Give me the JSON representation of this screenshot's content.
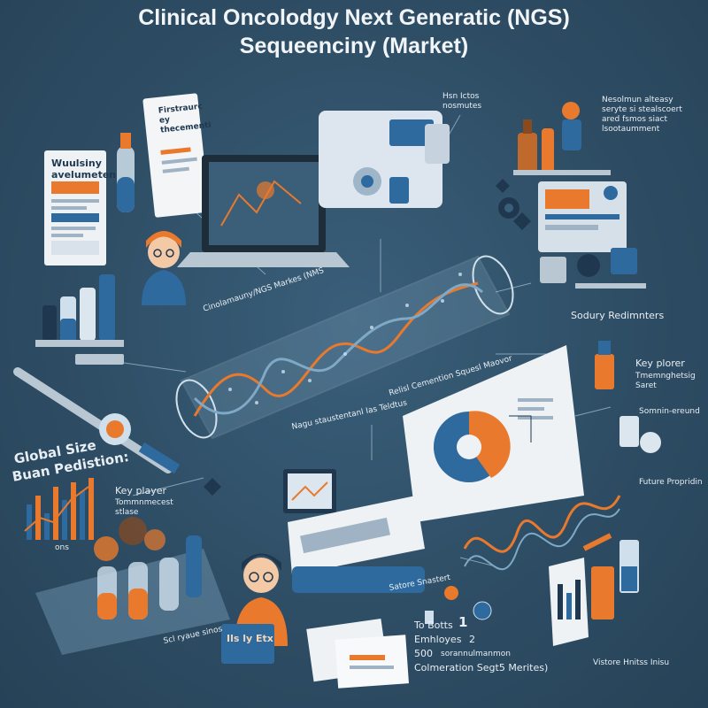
{
  "title": {
    "line1": "Clinical Oncolodgy Next Generatic (NGS)",
    "line2": "Sequeenciny (Market)"
  },
  "labels": {
    "poster_left": "Wuulsiny avelumeten",
    "clipboard": "Firstraurc ey thecementi",
    "machine_note": "Hsn Ictos nosmutes",
    "top_right_note": "Nesolmun alteasy seryte si stealscoert ared fsmos siact lsootaumment",
    "helix_caption": "Cinolamauny/NGS Markes (NMS",
    "side_right_1": "Sodury Redimnters",
    "key_player_right": "Key plorer",
    "key_player_right_sub": "Tmemnghetsig Saret",
    "somnin": "Somnin-ereund",
    "future": "Future Propridin",
    "mid_caption_1": "Nagu staustentanl Ias Teldtus",
    "mid_caption_2": "Relisl Cemention Squesl Maovor",
    "global_size": "Global Size",
    "buan": "Buan Pedistion:",
    "key_player_left": "Key player",
    "key_player_left_sub": "Tommnmecest stlase",
    "left_small": "ons",
    "bottom_left": "Scl ryaue sinos",
    "screen_text": "Ils ly Etx",
    "sature": "Satore Snastert",
    "to_botts": "To Botts",
    "to_botts_num": "1",
    "employees": "Emhloyes",
    "employees_num": "2",
    "five_hundred": "500",
    "five_hundred_text": "sorannulmanmon",
    "comparison": "Colmeration Segt5 Merites)",
    "bottom_right": "Vistore Hnitss Inisu"
  },
  "colors": {
    "background": "#2f4f66",
    "accent_orange": "#e9792c",
    "accent_blue": "#2e6a9e",
    "light": "#eef2f5",
    "navy": "#1f3850"
  },
  "icons": [
    "dna-helix-icon",
    "laptop-icon",
    "sequencer-machine-icon",
    "test-tube-icon",
    "pie-chart-icon",
    "bar-chart-icon",
    "scientist-avatar",
    "syringe-icon",
    "document-icon",
    "gear-icon"
  ]
}
